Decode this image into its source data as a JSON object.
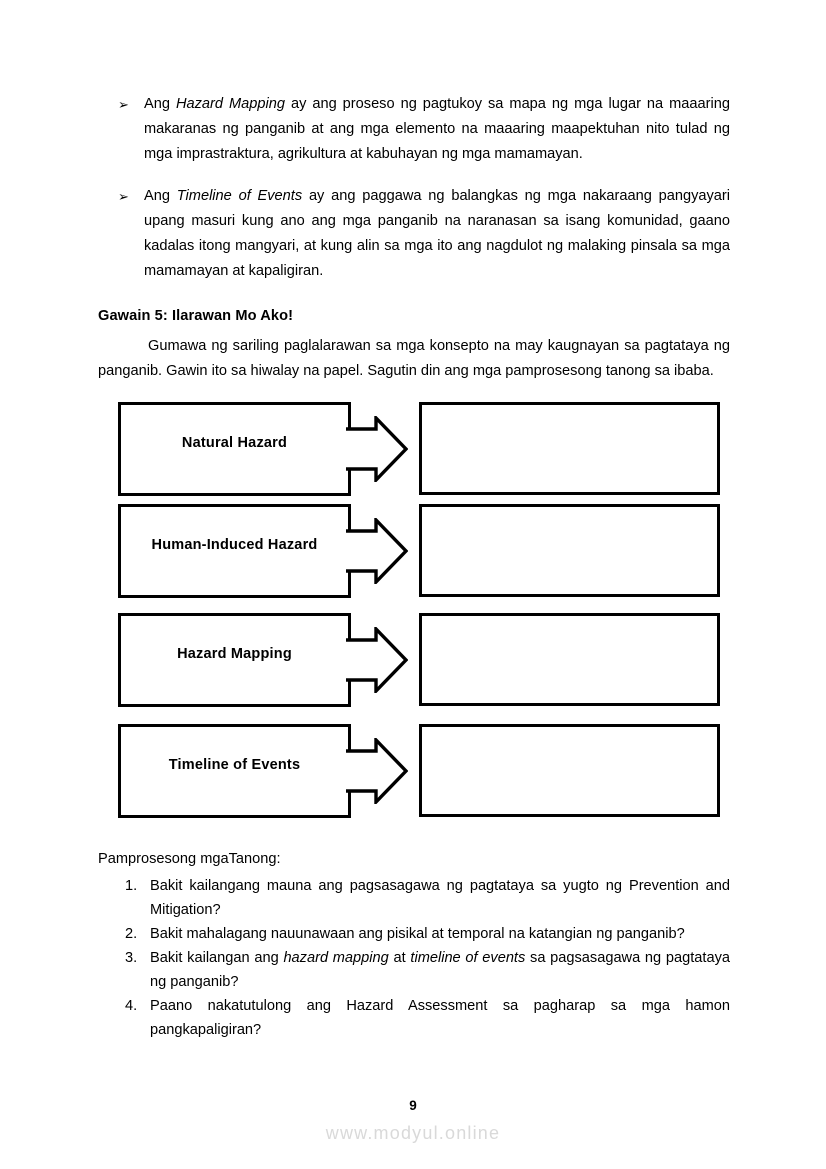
{
  "bullets": [
    {
      "glyph": "➢",
      "pre": "Ang ",
      "emphasis": "Hazard Mapping",
      "post": " ay ang proseso ng pagtukoy sa mapa ng mga lugar na maaaring makaranas ng panganib at ang mga elemento na maaaring maapektuhan nito tulad ng mga imprastraktura, agrikultura at kabuhayan ng mga mamamayan."
    },
    {
      "glyph": "➢",
      "pre": "Ang ",
      "emphasis": "Timeline of Events",
      "post": " ay ang paggawa ng balangkas ng mga nakaraang pangyayari upang masuri kung ano ang mga panganib na naranasan sa isang komunidad, gaano kadalas itong mangyari, at kung alin sa mga ito ang nagdulot ng malaking pinsala sa mga mamamayan at kapaligiran."
    }
  ],
  "section": {
    "heading": "Gawain 5:  Ilarawan Mo Ako!",
    "instruction": "Gumawa ng sariling paglalarawan sa mga konsepto na may kaugnayan sa pagtataya ng panganib. Gawin ito sa hiwalay na papel. Sagutin din ang mga pamprosesong tanong sa ibaba."
  },
  "diagram": {
    "rows": [
      {
        "label": "Natural Hazard",
        "answer": ""
      },
      {
        "label": "Human-Induced Hazard",
        "answer": ""
      },
      {
        "label": "Hazard Mapping",
        "answer": ""
      },
      {
        "label": "Timeline of Events",
        "answer": ""
      }
    ]
  },
  "questions": {
    "title": "Pamprosesong mgaTanong:",
    "items": [
      {
        "number": "1.",
        "pre": "Bakit kailangang mauna ang pagsasagawa ng pagtataya sa yugto ng Prevention and Mitigation?",
        "emphasis": "",
        "post": ""
      },
      {
        "number": "2.",
        "pre": "Bakit mahalagang nauunawaan ang pisikal at temporal na katangian ng panganib?",
        "emphasis": "",
        "post": ""
      },
      {
        "number": "3.",
        "pre": "Bakit kailangan ang ",
        "emphasis": "hazard mapping",
        "mid": " at ",
        "emphasis2": "timeline of events",
        "post": " sa pagsasagawa ng pagtataya ng panganib?"
      },
      {
        "number": "4.",
        "pre": "Paano nakatutulong ang Hazard Assessment sa pagharap sa mga hamon pangkapaligiran?",
        "emphasis": "",
        "post": ""
      }
    ]
  },
  "footer": {
    "page_number": "9",
    "watermark": "www.modyul.online"
  },
  "colors": {
    "ink": "#000000",
    "paper": "#ffffff",
    "watermark": "#d9d9d9"
  }
}
